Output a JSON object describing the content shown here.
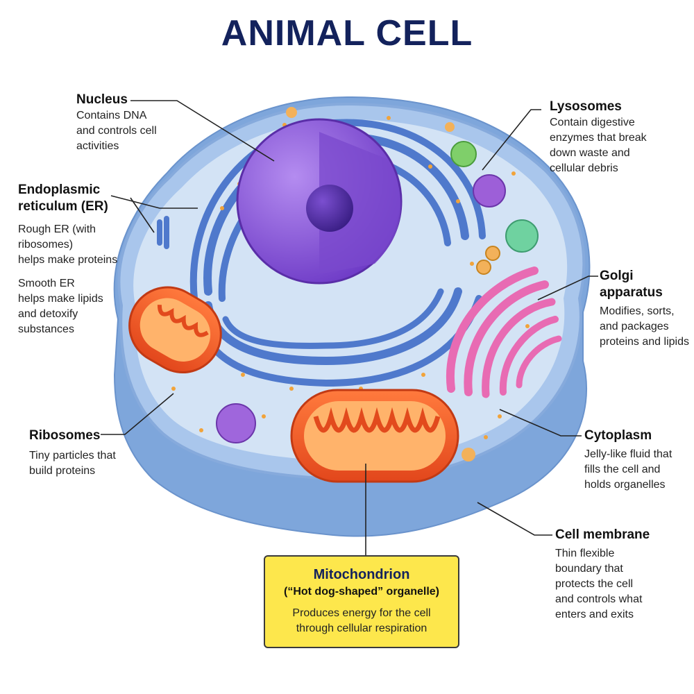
{
  "title": "ANIMAL CELL",
  "colors": {
    "title": "#13225c",
    "membrane": "#8fb4e3",
    "cytoplasm": "#cfe0f3",
    "nucleus": "#8a55d6",
    "er": "#4f79cc",
    "golgi": "#e86bb3",
    "mitochondrion": "#f2592a",
    "callout_box": "#fde74c"
  },
  "labels": {
    "nucleus": {
      "head": "Nucleus",
      "desc": [
        "Contains DNA",
        "and controls cell",
        "activities"
      ]
    },
    "er": {
      "head": [
        "Endoplasmic",
        "reticulum (ER)"
      ],
      "rough": [
        "Rough ER (with",
        "ribosomes)",
        "helps make proteins"
      ],
      "smooth": [
        "Smooth ER",
        "helps make lipids",
        "and detoxify",
        "substances"
      ]
    },
    "ribosomes": {
      "head": "Ribosomes",
      "desc": [
        "Tiny particles that",
        "build proteins"
      ]
    },
    "lysosomes": {
      "head": "Lysosomes",
      "desc": [
        "Contain digestive",
        "enzymes that break",
        "down waste and",
        "cellular debris"
      ]
    },
    "golgi": {
      "head": [
        "Golgi",
        "apparatus"
      ],
      "desc": [
        "Modifies, sorts,",
        "and packages",
        "proteins and lipids"
      ]
    },
    "cytoplasm": {
      "head": "Cytoplasm",
      "desc": [
        "Jelly-like fluid that",
        "fills the cell and",
        "holds organelles"
      ]
    },
    "membrane": {
      "head": "Cell membrane",
      "desc": [
        "Thin flexible",
        "boundary that",
        "protects the cell",
        "and controls what",
        "enters and exits"
      ]
    },
    "mitochondrion": {
      "head": "Mitochondrion",
      "sub": "(“Hot dog-shaped” organelle)",
      "desc": [
        "Produces energy for the cell",
        "through cellular respiration"
      ]
    }
  }
}
